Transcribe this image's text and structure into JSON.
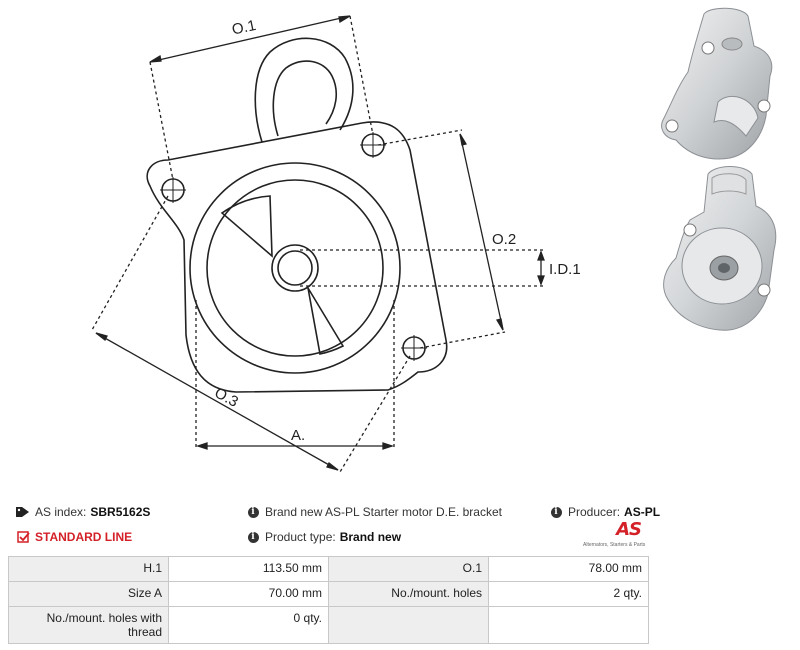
{
  "diagram": {
    "labels": {
      "o1": "O.1",
      "o2": "O.2",
      "o3": "O.3",
      "id1": "I.D.1",
      "a": "A."
    }
  },
  "product": {
    "index_label": "AS index:",
    "index_value": "SBR5162S",
    "line_label": "STANDARD LINE",
    "description": "Brand new AS-PL Starter motor D.E. bracket",
    "type_label": "Product type:",
    "type_value": "Brand new",
    "producer_label": "Producer:",
    "producer_value": "AS-PL"
  },
  "logo": {
    "mark": "AS",
    "tagline": "Alternators, Starters & Parts"
  },
  "specs": {
    "rows": [
      {
        "l1": "H.1",
        "v1": "113.50 mm",
        "l2": "O.1",
        "v2": "78.00 mm"
      },
      {
        "l1": "Size A",
        "v1": "70.00 mm",
        "l2": "No./mount. holes",
        "v2": "2 qty."
      },
      {
        "l1": "No./mount. holes with thread",
        "v1": "0 qty.",
        "l2": "",
        "v2": ""
      }
    ]
  },
  "colors": {
    "accent_red": "#d42128",
    "line": "#222222",
    "label_bg": "#eeeeee"
  }
}
